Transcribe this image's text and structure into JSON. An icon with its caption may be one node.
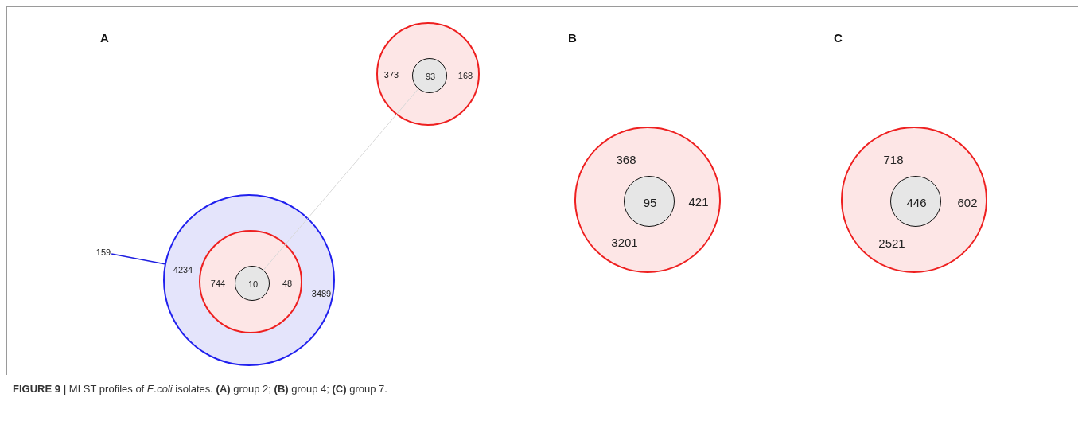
{
  "diagram": {
    "caption": "**FIGURE 9 |** MLST profiles of *E.coli* isolates. **(A)** group 2; **(B)** group 4; **(C)** group 7.",
    "nodes": [
      {
        "text": [
          "4234",
          "3489"
        ]
      },
      {
        "text": [
          "744",
          "48"
        ],
        "in": 0
      },
      {
        "text": [
          "10"
        ],
        "in": 1
      },
      {
        "text": [
          "159"
        ]
      },
      {
        "text": [
          "373",
          "168"
        ]
      },
      {
        "text": [
          "93"
        ],
        "in": 4
      },
      {
        "text": [
          "368",
          "421",
          "3201"
        ]
      },
      {
        "text": [
          "95"
        ],
        "in": 6
      },
      {
        "text": [
          "718",
          "602",
          "2521"
        ]
      },
      {
        "text": [
          "446"
        ],
        "in": 8
      }
    ],
    "edges": [
      {
        "from": 3,
        "to": 0,
        "arrow": "none",
        "color": "#1f1fe0"
      },
      {
        "from": 2,
        "to": 5,
        "arrow": "none",
        "color": "#d8d8d8"
      }
    ],
    "labels": [
      "A",
      "B",
      "C"
    ]
  }
}
